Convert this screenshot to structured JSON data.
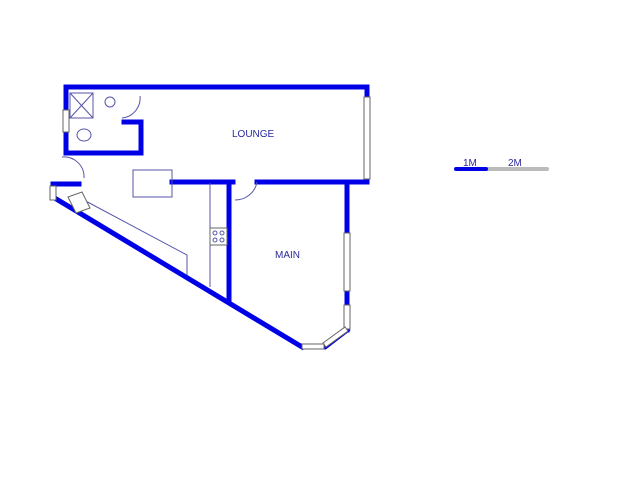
{
  "rooms": {
    "lounge": "LOUNGE",
    "main": "MAIN"
  },
  "scale_bar": {
    "label_1": "1M",
    "label_2": "2M"
  },
  "colors": {
    "wall": "#0000e6",
    "text": "#2a2a99",
    "scale_gray": "#bbbbbb"
  }
}
